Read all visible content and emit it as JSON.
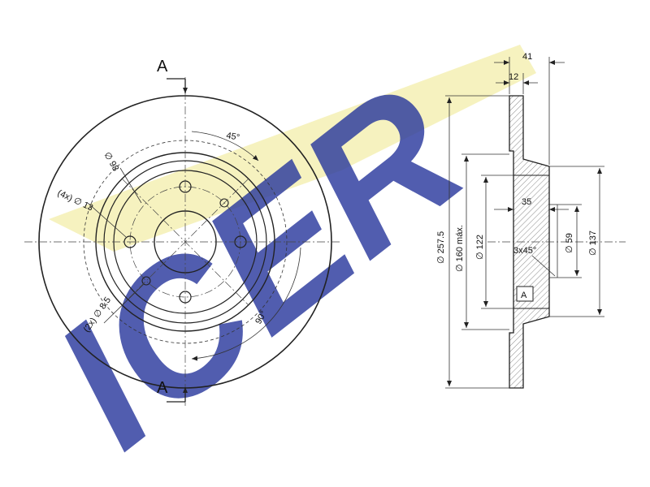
{
  "watermark": {
    "text": "ICER",
    "color_yellow": "#f4f0b4",
    "color_blue": "#2b3a9e"
  },
  "front_view": {
    "section_label_top": "A",
    "section_label_bottom": "A",
    "angle_top": "45°",
    "angle_bottom": "90°",
    "pcd": "∅ 98",
    "bolt_holes": "(4x) ∅ 13",
    "small_holes": "(2x) ∅ 8.5"
  },
  "side_view": {
    "width_total": "41",
    "thickness": "12",
    "hat_height": "35",
    "chamfer": "3x45°",
    "outer_diameter": "∅ 257.5",
    "friction_inner": "∅ 160 máx.",
    "hat_diameter": "∅ 122",
    "center_bore": "∅ 59",
    "hat_outer": "∅ 137",
    "datum": "A"
  }
}
